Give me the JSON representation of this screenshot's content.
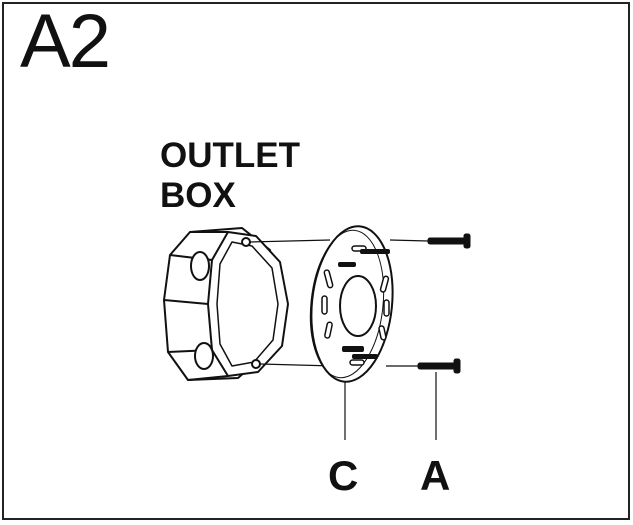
{
  "step": {
    "label": "A2"
  },
  "title": {
    "line1": "OUTLET",
    "line2": "BOX"
  },
  "callouts": {
    "c": "C",
    "a": "A"
  },
  "colors": {
    "ink": "#111111",
    "background": "#ffffff"
  },
  "parts": [
    {
      "callout": "A",
      "icon": "screw-icon"
    },
    {
      "callout": "C",
      "icon": "mounting-plate-icon"
    },
    {
      "callout": "",
      "icon": "outlet-box-icon"
    }
  ]
}
